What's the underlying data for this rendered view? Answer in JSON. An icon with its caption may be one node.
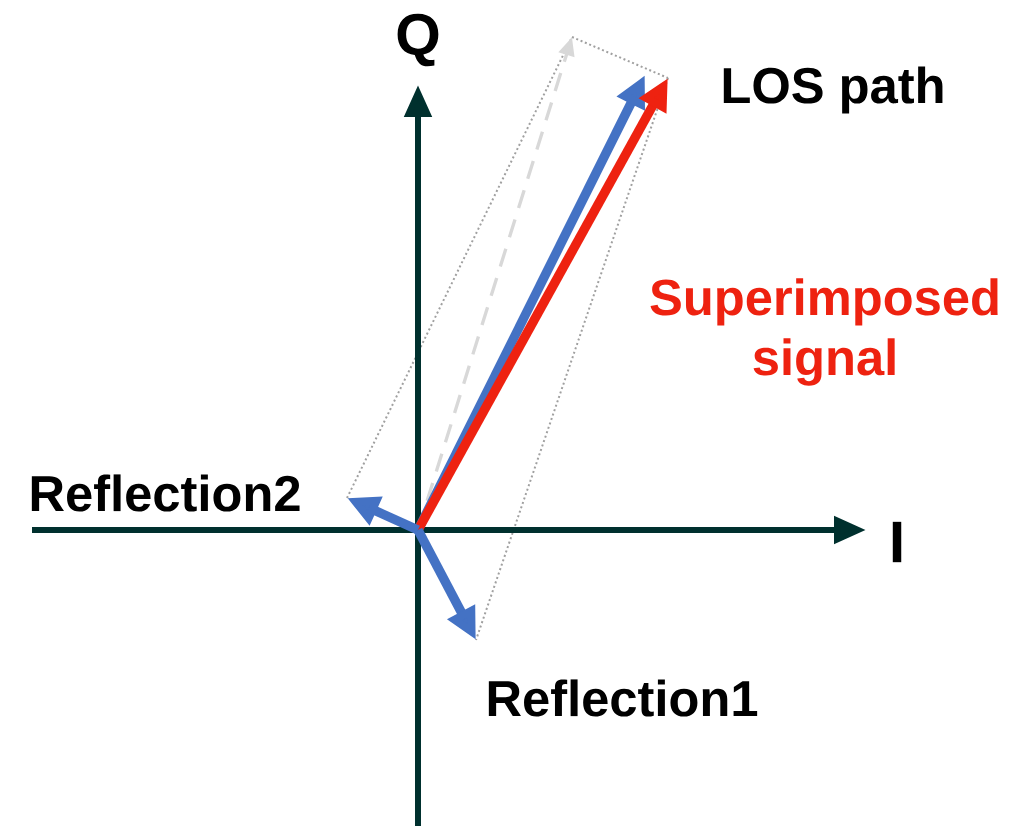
{
  "diagram": {
    "labels": [
      "Q",
      "LOS path",
      "Superimposed signal",
      "Reflection2",
      "I",
      "Reflection1"
    ]
  }
}
